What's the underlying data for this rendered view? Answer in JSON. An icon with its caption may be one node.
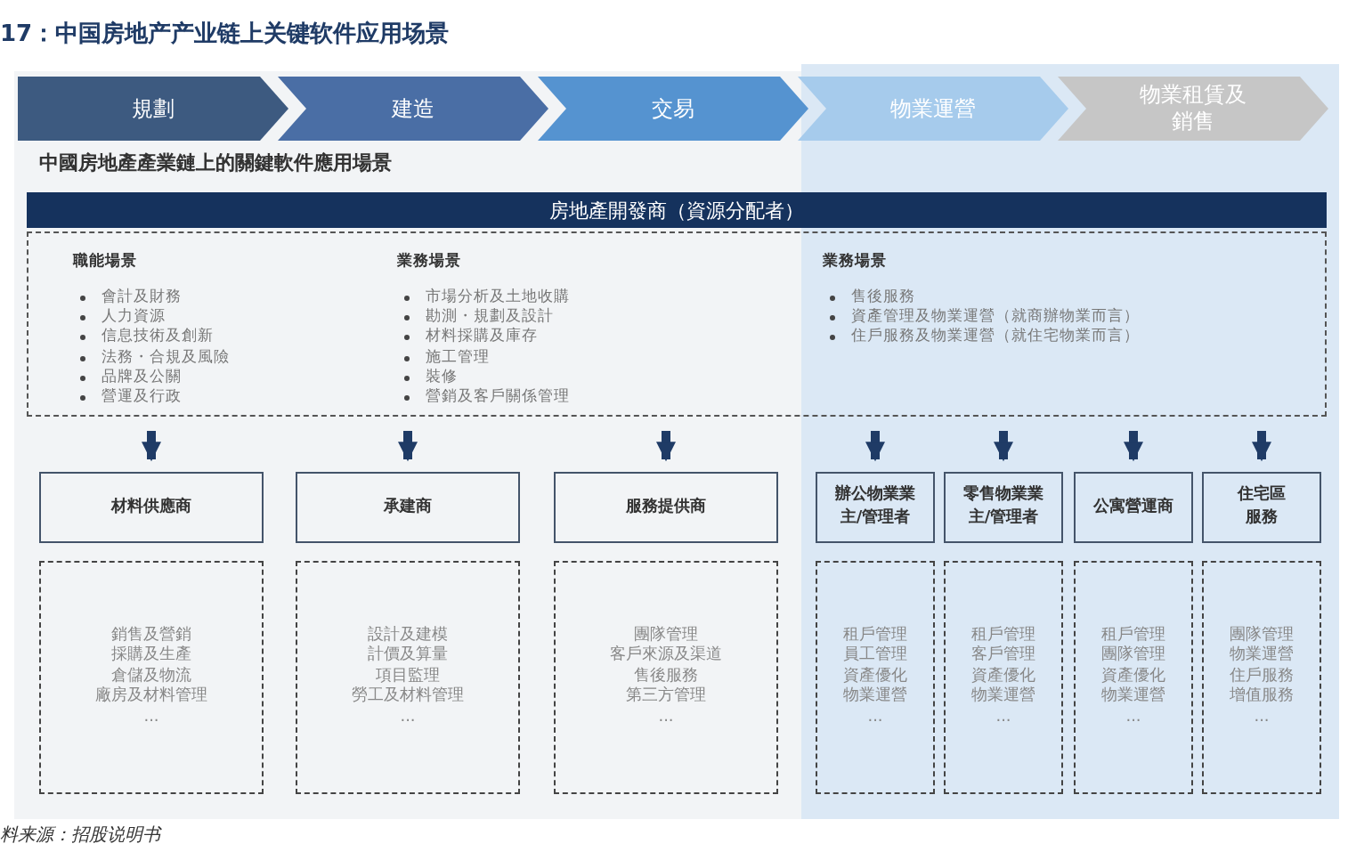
{
  "diagram": {
    "title": "17：中国房地产产业链上关键软件应用场景",
    "caption": "料来源：招股说明书",
    "nodes": [
      {
        "text": [
          "規劃"
        ]
      },
      {
        "text": [
          "建造"
        ]
      },
      {
        "text": [
          "交易"
        ]
      },
      {
        "text": [
          "物業運營"
        ]
      },
      {
        "text": [
          "物業租賃及銷售"
        ]
      },
      {
        "text": [
          "房地產開發商（資源分配者）"
        ]
      },
      {
        "text": [
          "職能場景",
          "會計及財務",
          "人力資源",
          "信息技術及創新",
          "法務・合規及風險",
          "品牌及公關",
          "營運及行政",
          "業務場景",
          "市場分析及土地收購",
          "勘測・規劃及設計",
          "材料採購及庫存",
          "施工管理",
          "裝修",
          "營銷及客戶關係管理",
          "業務場景",
          "售後服務",
          "資產管理及物業運營（就商辦物業而言）",
          "住戶服務及物業運營（就住宅物業而言）"
        ]
      },
      {
        "text": [
          "材料供應商"
        ]
      },
      {
        "text": [
          "承建商"
        ]
      },
      {
        "text": [
          "服務提供商"
        ]
      },
      {
        "text": [
          "辦公物業業主/管理者"
        ]
      },
      {
        "text": [
          "零售物業業主/管理者"
        ]
      },
      {
        "text": [
          "公寓營運商"
        ]
      },
      {
        "text": [
          "住宅區服務"
        ]
      },
      {
        "text": [
          "銷售及營銷",
          "採購及生產",
          "倉儲及物流",
          "廠房及材料管理",
          "..."
        ]
      },
      {
        "text": [
          "設計及建模",
          "計價及算量",
          "項目監理",
          "勞工及材料管理",
          "..."
        ]
      },
      {
        "text": [
          "團隊管理",
          "客戶來源及渠道",
          "售後服務",
          "第三方管理",
          "..."
        ]
      },
      {
        "text": [
          "租戶管理",
          "員工管理",
          "資產優化",
          "物業運營",
          "..."
        ]
      },
      {
        "text": [
          "租戶管理",
          "客戶管理",
          "資產優化",
          "物業運營",
          "..."
        ]
      },
      {
        "text": [
          "租戶管理",
          "團隊管理",
          "資產優化",
          "物業運營",
          "..."
        ]
      },
      {
        "text": [
          "團隊管理",
          "物業運營",
          "住戶服務",
          "增值服務",
          "..."
        ]
      }
    ],
    "edges": [
      {
        "from": 6,
        "to": 7,
        "arrow": "to"
      },
      {
        "from": 6,
        "to": 8,
        "arrow": "to"
      },
      {
        "from": 6,
        "to": 9,
        "arrow": "to"
      },
      {
        "from": 6,
        "to": 10,
        "arrow": "to"
      },
      {
        "from": 6,
        "to": 11,
        "arrow": "to"
      },
      {
        "from": 6,
        "to": 12,
        "arrow": "to"
      },
      {
        "from": 6,
        "to": 13,
        "arrow": "to"
      }
    ],
    "labels": [
      "中國房地產產業鏈上的關鍵軟件應用場景"
    ]
  }
}
